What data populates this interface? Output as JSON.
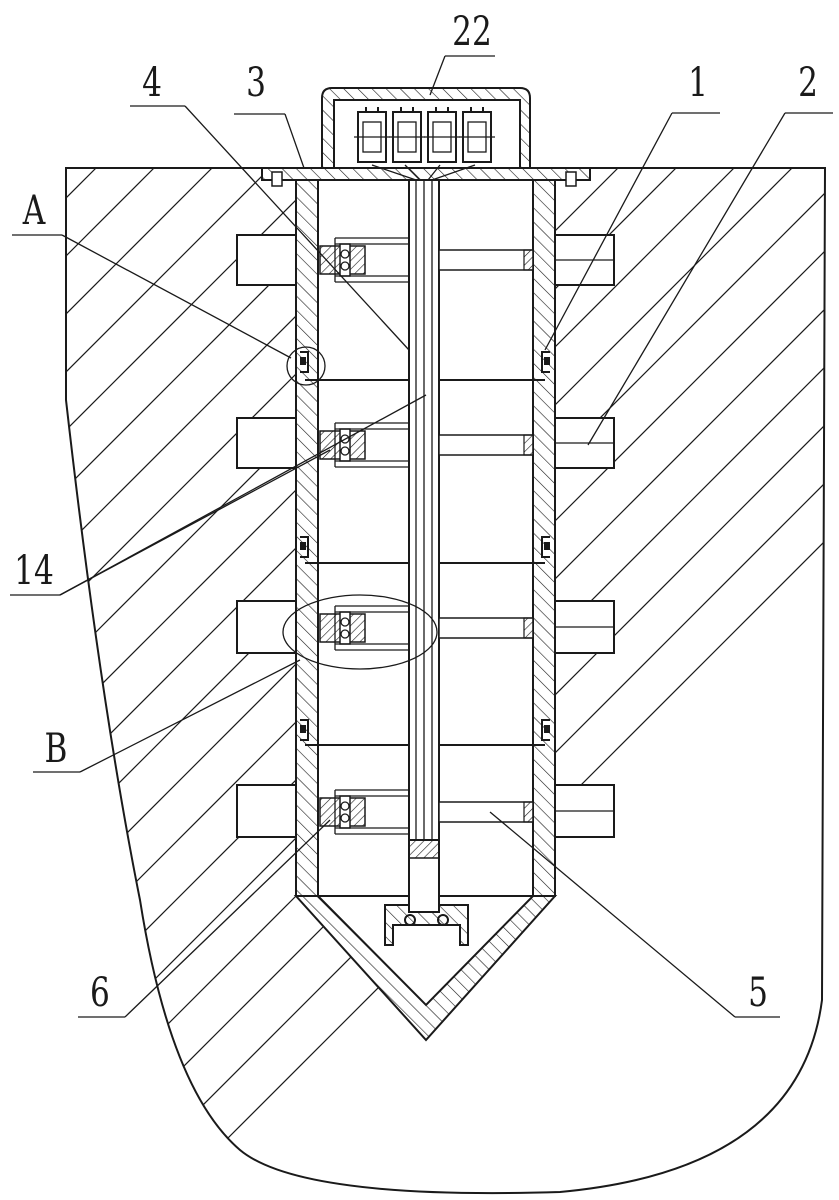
{
  "labels": {
    "n22": "22",
    "n4": "4",
    "n3": "3",
    "n1": "1",
    "n2": "2",
    "nA": "A",
    "n14": "14",
    "nB": "B",
    "n6": "6",
    "n5": "5"
  }
}
